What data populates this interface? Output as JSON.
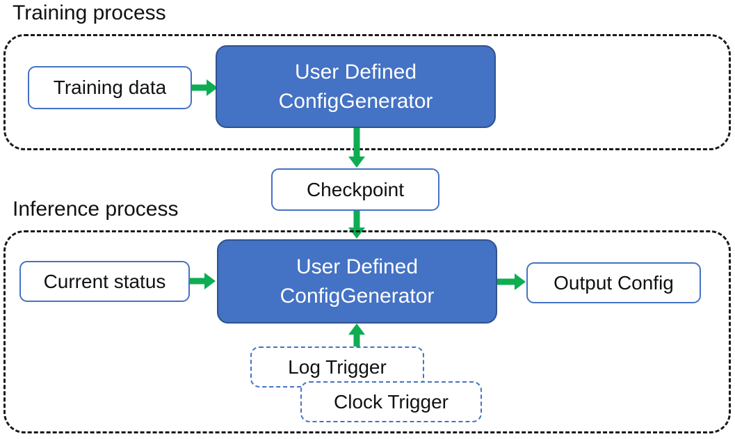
{
  "colors": {
    "accent-blue": "#4472C4",
    "accent-blue-dark": "#2F528F",
    "arrow-green": "#0EAD52",
    "text-dark": "#111111",
    "text-light": "#FFFFFF",
    "container-border": "#1a1a1a",
    "canvas-bg": "#FFFFFF"
  },
  "sections": {
    "training": {
      "title": "Training process",
      "input_box": "Training data",
      "generator_line1": "User Defined",
      "generator_line2": "ConfigGenerator"
    },
    "checkpoint": {
      "label": "Checkpoint"
    },
    "inference": {
      "title": "Inference process",
      "input_box": "Current status",
      "generator_line1": "User Defined",
      "generator_line2": "ConfigGenerator",
      "output_box": "Output Config",
      "triggers": [
        "Log Trigger",
        "Clock Trigger"
      ]
    }
  }
}
